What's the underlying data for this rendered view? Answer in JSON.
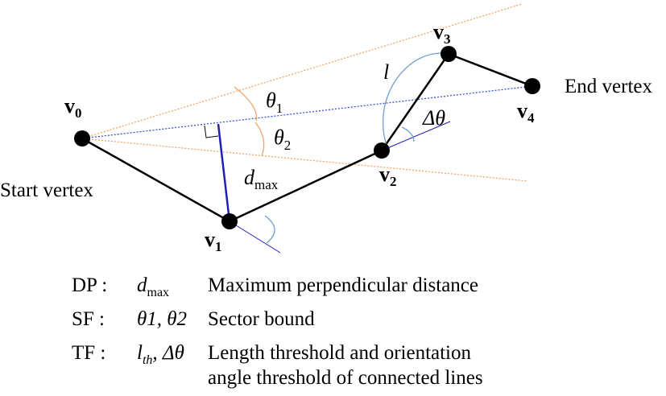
{
  "vertices": {
    "v0": {
      "letter": "v",
      "sub": "0"
    },
    "v1": {
      "letter": "v",
      "sub": "1"
    },
    "v2": {
      "letter": "v",
      "sub": "2"
    },
    "v3": {
      "letter": "v",
      "sub": "3"
    },
    "v4": {
      "letter": "v",
      "sub": "4"
    }
  },
  "labels": {
    "start": "Start vertex",
    "end": "End vertex",
    "theta": "θ",
    "theta1_sub": "1",
    "theta2_sub": "2",
    "d": "d",
    "d_sub": "max",
    "l": "l",
    "delta_theta": "Δθ"
  },
  "legend": [
    {
      "key": "DP :",
      "symbol_main": "d",
      "symbol_sub": "max",
      "desc": "Maximum perpendicular distance"
    },
    {
      "key": "SF :",
      "symbol": "θ1, θ2",
      "desc": "Sector bound"
    },
    {
      "key": "TF :",
      "symbol_main": "l",
      "symbol_sub": "th",
      "symbol_tail": ", Δθ",
      "desc": "Length threshold and orientation",
      "desc2": "angle threshold of connected lines"
    }
  ],
  "colors": {
    "polyline": "#000000",
    "perpendicular": "#1f1fb4",
    "sector": "#f2a46b",
    "dotted_chord": "#3f4fd6",
    "arc": "#6e9fd0"
  }
}
